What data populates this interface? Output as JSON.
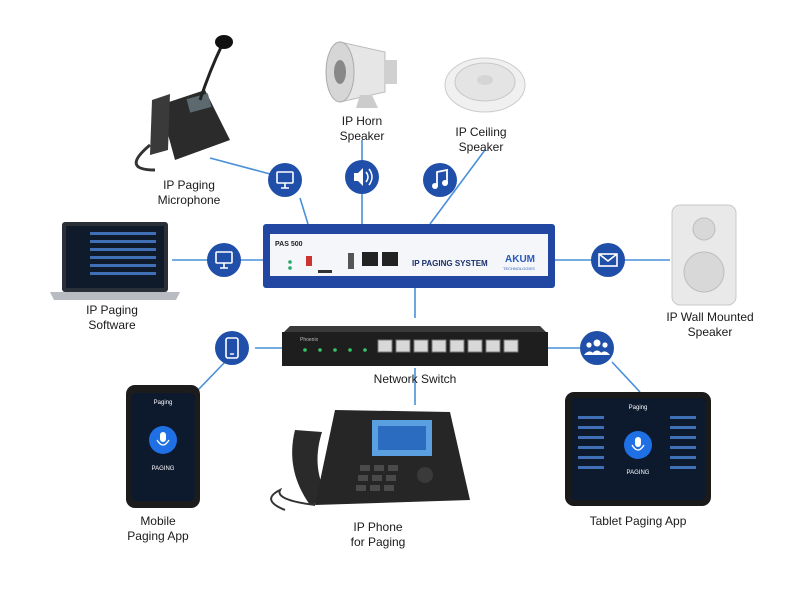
{
  "devices": {
    "paging_mic": {
      "line1": "IP Paging",
      "line2": "Microphone"
    },
    "horn_speaker": {
      "line1": "IP Horn",
      "line2": "Speaker"
    },
    "ceiling_speaker": {
      "line1": "IP Ceiling",
      "line2": "Speaker"
    },
    "paging_software": {
      "line1": "IP Paging",
      "line2": "Software"
    },
    "wall_speaker": {
      "line1": "IP Wall Mounted",
      "line2": "Speaker"
    },
    "network_switch": {
      "line1": "Network Switch"
    },
    "mobile_app": {
      "line1": "Mobile",
      "line2": "Paging App"
    },
    "ip_phone": {
      "line1": "IP Phone",
      "line2": "for Paging"
    },
    "tablet_app": {
      "line1": "Tablet Paging App"
    }
  },
  "pas_unit": {
    "model": "PAS 500",
    "system_label": "IP PAGING SYSTEM",
    "brand": "AKUM",
    "brand_sub": "TECHNOLOGIES"
  },
  "switch_brand": "Phoenix",
  "mobile_screen": {
    "title": "Paging",
    "button_label": "PAGING"
  },
  "tablet_screen": {
    "title": "Paging",
    "button_label": "PAGING"
  },
  "colors": {
    "accent": "#1f4fa8",
    "line": "#4a90d9",
    "badge": "#1f4fa8"
  },
  "icons": [
    "monitor-icon",
    "speaker-volume-icon",
    "music-note-icon",
    "monitor-icon",
    "envelope-icon",
    "smartphone-icon",
    "users-icon"
  ]
}
